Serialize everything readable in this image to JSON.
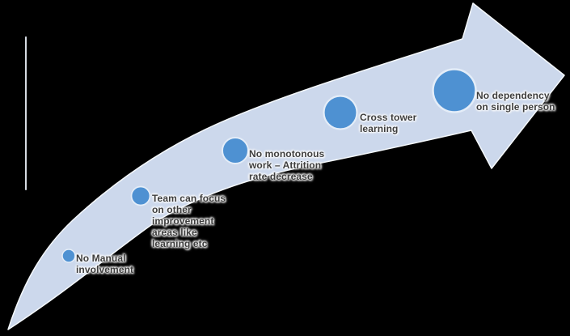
{
  "canvas": {
    "background_color": "#000000"
  },
  "diagram": {
    "type": "curved-arrow-progression",
    "arrow_fill": "#ccd8ec",
    "arrow_outline": "#f4f8fc",
    "bubble_fill": "#4e91d2",
    "bubble_ring": "#e4edf8",
    "text_color": "#3d3d3d",
    "artifact_line_color": "#e9eff6",
    "milestones": [
      {
        "label": "No Manual\ninvolvement"
      },
      {
        "label": "Team can focus\non other\nimprovement\nareas like\nlearning etc"
      },
      {
        "label": "No monotonous\nwork – Attrition\nrate decrease"
      },
      {
        "label": "Cross tower\nlearning"
      },
      {
        "label": "No dependency\non single person"
      }
    ]
  }
}
